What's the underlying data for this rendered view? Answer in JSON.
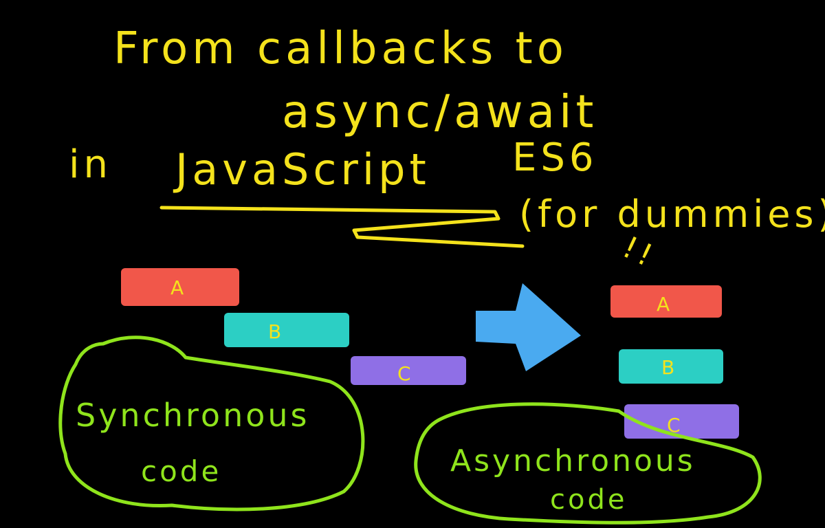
{
  "title": {
    "line1": "From callbacks to",
    "line2": "async/await",
    "line3a": "in",
    "line3b": "JavaScript",
    "line3c": "ES6",
    "line4": "(for dummies)",
    "exclaim": "!!"
  },
  "sync_blocks": [
    {
      "label": "A",
      "color": "#f1574a"
    },
    {
      "label": "B",
      "color": "#2ccfc4"
    },
    {
      "label": "C",
      "color": "#8f6fe6"
    }
  ],
  "async_blocks": [
    {
      "label": "A",
      "color": "#f1574a"
    },
    {
      "label": "B",
      "color": "#2ccfc4"
    },
    {
      "label": "C",
      "color": "#8f6fe6"
    }
  ],
  "sync_cloud": {
    "line1": "Synchronous",
    "line2": "code"
  },
  "async_cloud": {
    "line1": "Asynchronous",
    "line2": "code"
  },
  "colors": {
    "background": "#000000",
    "text": "#f4e21c",
    "cloud": "#8fe41c",
    "arrow": "#4aaaf0"
  }
}
